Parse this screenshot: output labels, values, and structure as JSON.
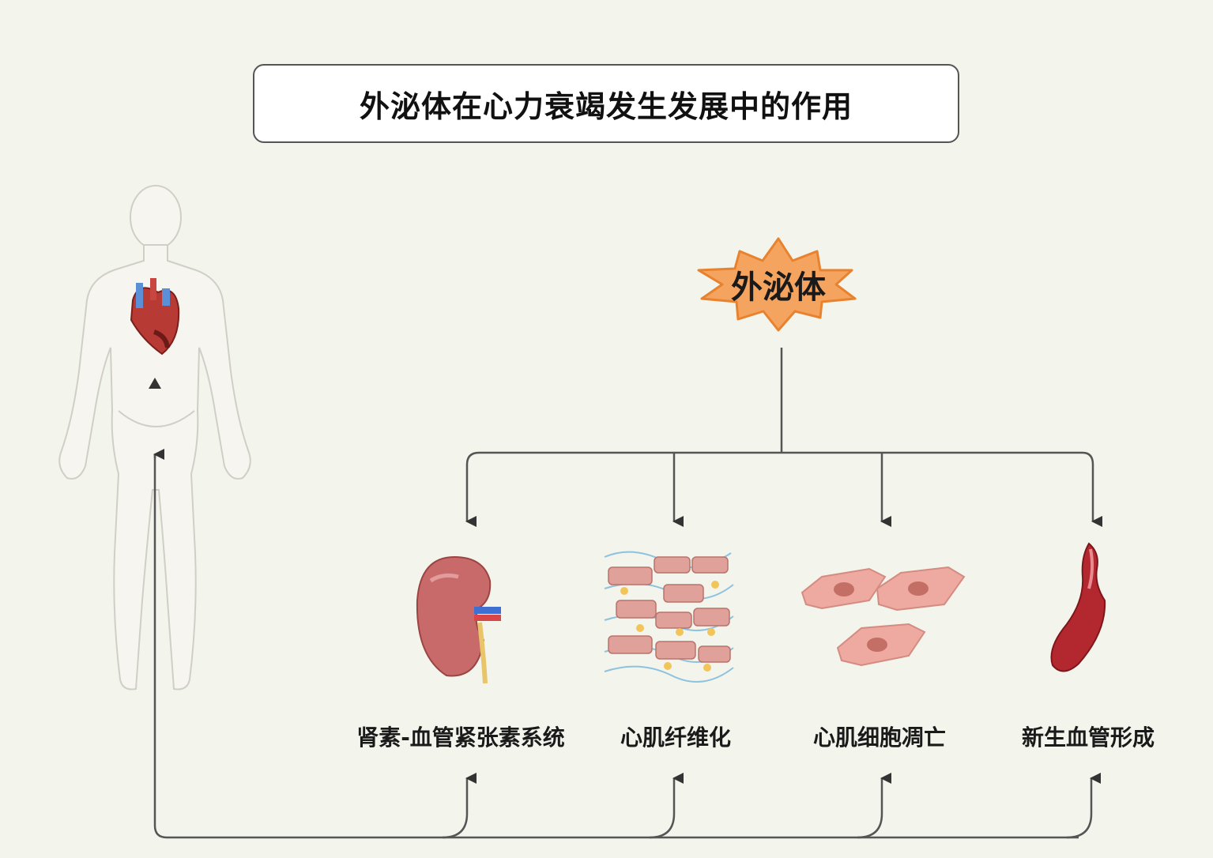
{
  "title": "外泌体在心力衰竭发生发展中的作用",
  "center_node": "外泌体",
  "effects": [
    {
      "label": "肾素-血管紧张素系统",
      "icon": "kidney-icon"
    },
    {
      "label": "心肌纤维化",
      "icon": "fibrosis-tissue-icon"
    },
    {
      "label": "心肌细胞凋亡",
      "icon": "cardiomyocyte-icon"
    },
    {
      "label": "新生血管形成",
      "icon": "blood-vessel-icon"
    }
  ],
  "body_figure": {
    "icon": "human-body-icon",
    "organ_icon": "heart-icon"
  },
  "colors": {
    "background": "#f3f4ec",
    "star_fill": "#f5a460",
    "star_stroke": "#e8822e",
    "arrow": "#555555",
    "kidney": "#c96a6a",
    "vessel": "#b3282f",
    "cell": "#eeaaa0"
  }
}
